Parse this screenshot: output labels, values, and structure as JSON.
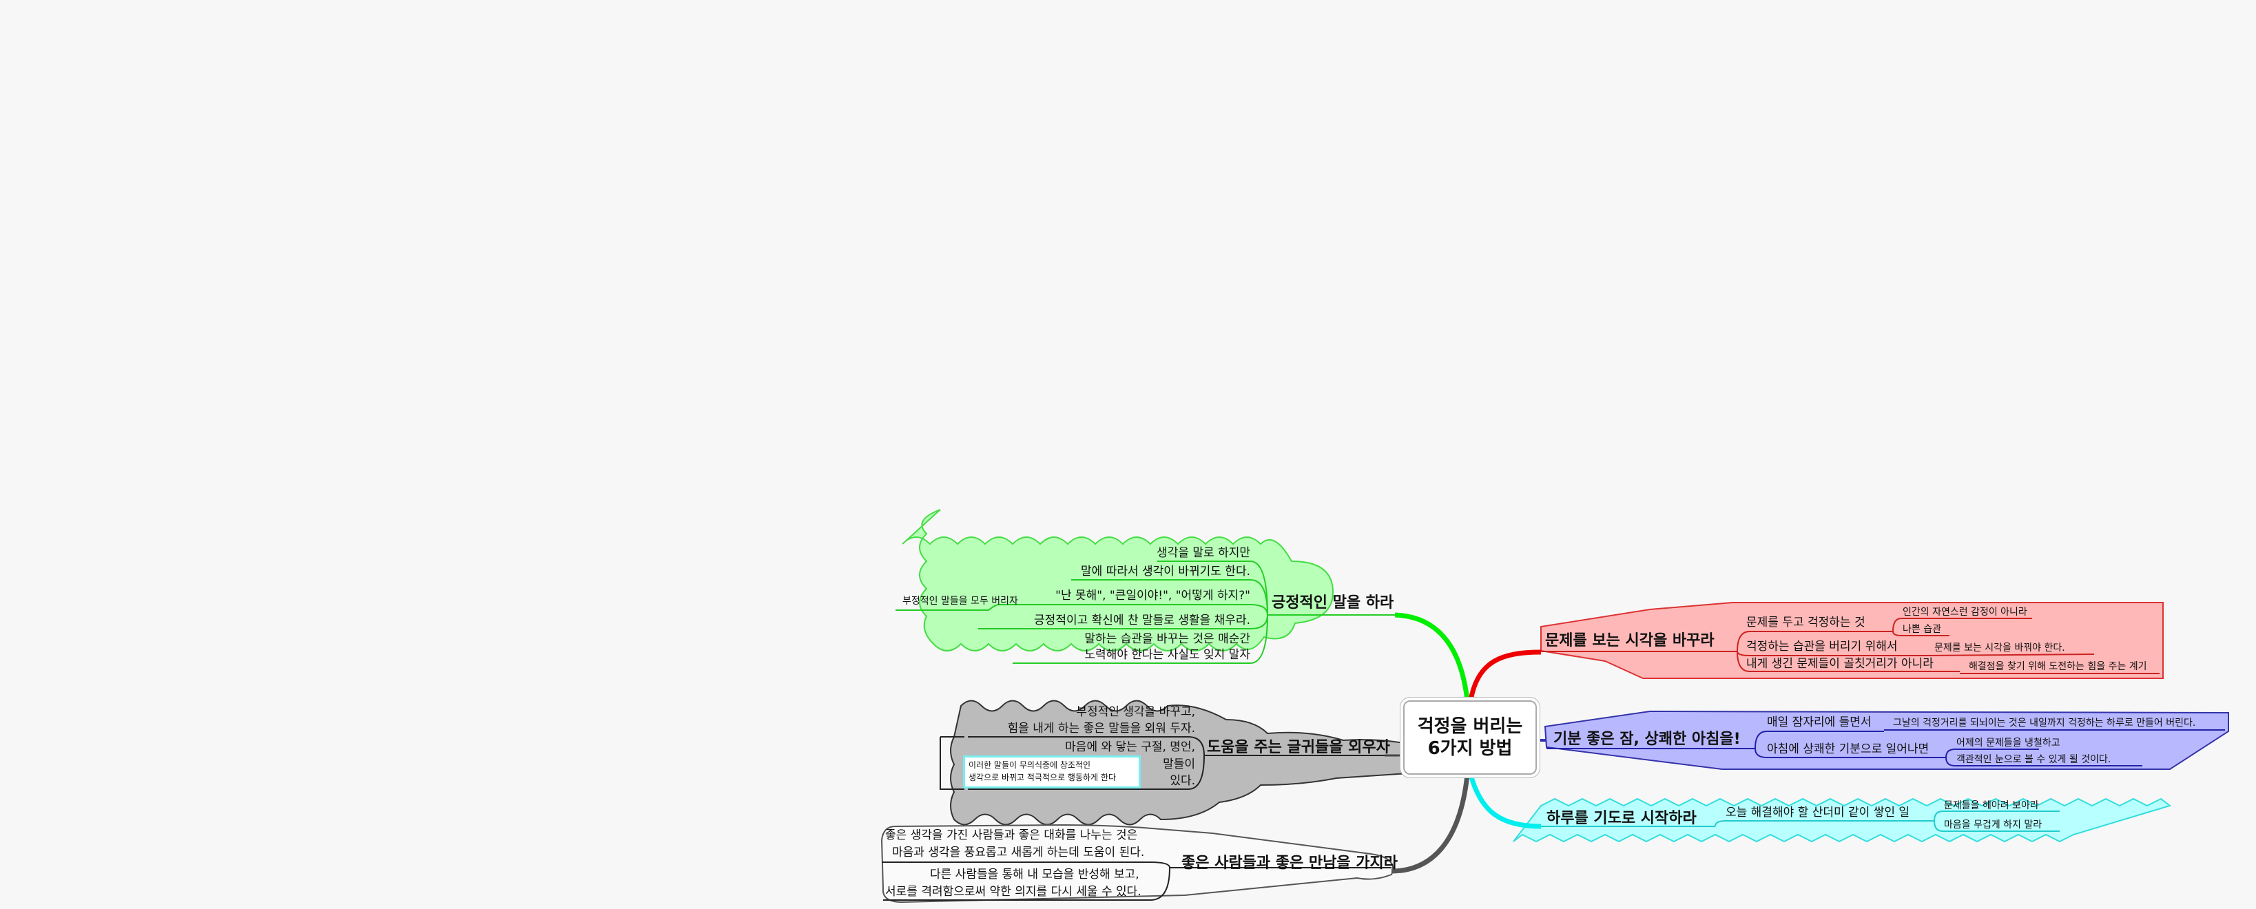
{
  "center": {
    "line1": "걱정을 버리는",
    "line2": "6가지 방법"
  },
  "colors": {
    "green": "#b8ffb8",
    "gray": "#bbbbbb",
    "red": "#ffb8b8",
    "blue": "#b8b8ff",
    "cyan": "#b8ffff"
  },
  "branches": {
    "positive_words": {
      "title": "긍정적인 말을 하라",
      "items": [
        "생각을 말로 하지만",
        "말에 따라서 생각이 바뀌기도 한다.",
        "\"난 못해\", \"큰일이야!\", \"어떻게 하지?\"",
        "긍정적이고 확신에 찬 말들로 생활을 채우라.",
        "말하는 습관을 바꾸는 것은 매순간",
        "노력해야 한다는 사실도 잊지 말자"
      ],
      "sub": "부정적인 말들을 모두 버리자"
    },
    "memorize": {
      "title": "도움을 주는 글귀들을 외우자",
      "items": [
        "부정적인 생각을 바꾸고,",
        "힘을 내게 하는 좋은 말들을 외워 두자.",
        "마음에 와 닿는 구절, 명언,",
        "말들이",
        "있다."
      ],
      "note": [
        "이러한 말들이 무의식중에 창조적인",
        "생각으로 바뀌고 적극적으로 행동하게 한다"
      ]
    },
    "good_people": {
      "title": "좋은 사람들과 좋은 만남을 가지라",
      "items": [
        "좋은 생각을 가진 사람들과 좋은 대화를 나누는 것은",
        "마음과 생각을 풍요롭고 새롭게 하는데 도움이 된다.",
        "다른 사람들을 통해 내 모습을 반성해 보고,",
        "서로를 격려함으로써 약한 의지를 다시 세울 수 있다."
      ]
    },
    "perspective": {
      "title": "문제를 보는 시각을 바꾸라",
      "items": [
        {
          "label": "문제를 두고 걱정하는 것",
          "subs": [
            "인간의 자연스런 감정이 아니라",
            "나쁜 습관"
          ]
        },
        {
          "label": "걱정하는 습관을 버리기 위해서",
          "subs": [
            "문제를 보는 시각을 바꿔야 한다."
          ]
        },
        {
          "label": "내게 생긴 문제들이 골칫거리가 아니라",
          "subs": [
            "해결점을 찾기 위해 도전하는 힘을 주는 계기"
          ]
        }
      ]
    },
    "sleep": {
      "title": "기분 좋은 잠, 상쾌한 아침을!",
      "items": [
        {
          "label": "매일 잠자리에 들면서",
          "subs": [
            "그날의 걱정거리를 되뇌이는 것은 내일까지 걱정하는 하루로 만들어 버린다."
          ]
        },
        {
          "label": "아침에 상쾌한 기분으로 일어나면",
          "subs": [
            "어제의 문제들을 냉철하고",
            "객관적인 눈으로 볼 수 있게 될 것이다."
          ]
        }
      ]
    },
    "prayer": {
      "title": "하루를 기도로 시작하라",
      "items": [
        {
          "label": "오늘 해결해야 할 산더미 같이 쌓인 일",
          "subs": [
            "문제들을 헤아려 보아라",
            "마음을 무겁게 하지 말라"
          ]
        }
      ]
    }
  }
}
